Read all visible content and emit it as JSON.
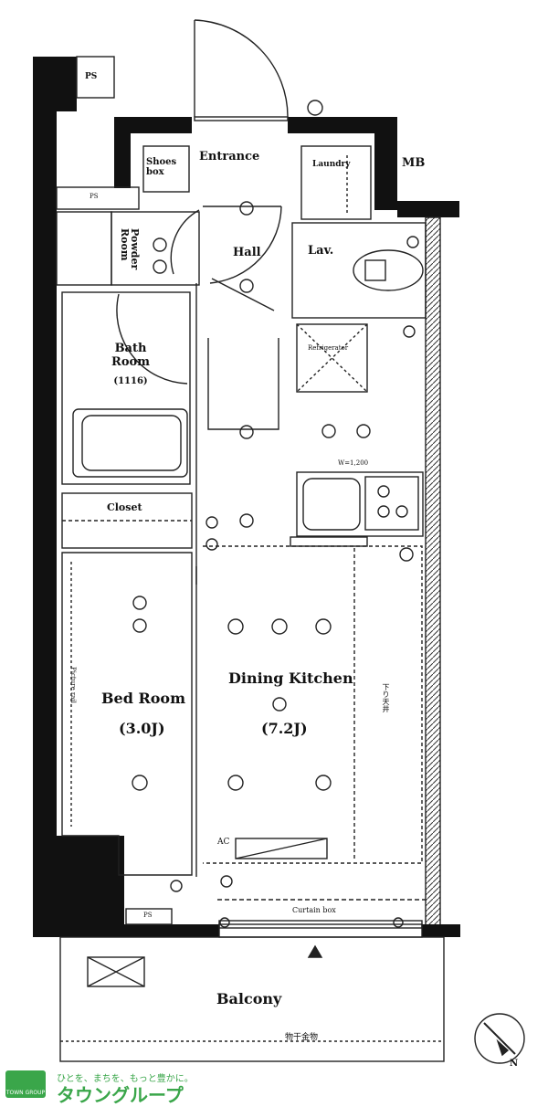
{
  "rooms": {
    "ps_top": "PS",
    "shoes_box": "Shoes\nbox",
    "entrance": "Entrance",
    "laundry": "Laundry",
    "mb": "MB",
    "ps_left": "PS",
    "powder_room": "Powder\nRoom",
    "hall": "Hall",
    "lav": "Lav.",
    "refrigerator": "Refrigerator",
    "bath_room": "Bath\nRoom",
    "bath_size": "(1116)",
    "w_dimension": "W=1,200",
    "closet": "Closet",
    "bed_room": "Bed Room",
    "bed_room_size": "(3.0J)",
    "dining_kitchen": "Dining Kitchen",
    "dining_kitchen_size": "(7.2J)",
    "picture_rail": "Picture rail",
    "ceiling_note": "下り天井",
    "ac": "AC",
    "curtain_box": "Curtain box",
    "ps_bottom": "PS",
    "balcony": "Balcony",
    "handrail": "物干金物",
    "north": "N"
  },
  "logo": {
    "tagline": "ひとを、まちを、もっと豊かに。",
    "name": "タウングループ",
    "mark_text": "TOWN GROUP"
  },
  "colors": {
    "wall": "#111111",
    "line": "#222222",
    "brand": "#3aa64a"
  }
}
